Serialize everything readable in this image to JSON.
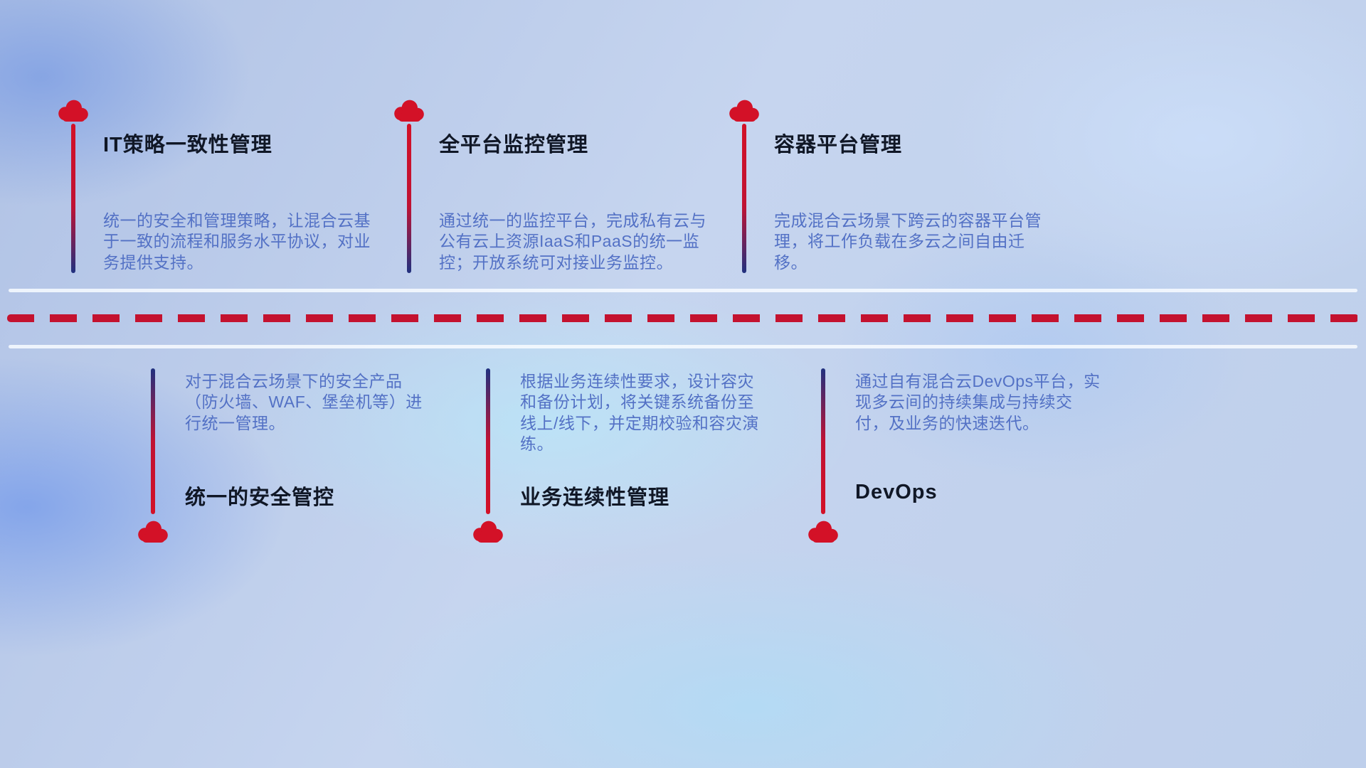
{
  "features": {
    "top": [
      {
        "title": "IT策略一致性管理",
        "description": "统一的安全和管理策略，让混合云基于一致的流程和服务水平协议，对业务提供支持。"
      },
      {
        "title": "全平台监控管理",
        "description": "通过统一的监控平台，完成私有云与公有云上资源IaaS和PaaS的统一监控；开放系统可对接业务监控。"
      },
      {
        "title": "容器平台管理",
        "description": "完成混合云场景下跨云的容器平台管理，将工作负载在多云之间自由迁移。"
      }
    ],
    "bottom": [
      {
        "title": "统一的安全管控",
        "description": "对于混合云场景下的安全产品（防火墙、WAF、堡垒机等）进行统一管理。"
      },
      {
        "title": "业务连续性管理",
        "description": "根据业务连续性要求，设计容灾和备份计划，将关键系统备份至线上/线下，并定期校验和容灾演练。"
      },
      {
        "title": "DevOps",
        "description": "通过自有混合云DevOps平台，实现多云间的持续集成与持续交付，及业务的快速迭代。"
      }
    ]
  },
  "icons": {
    "marker": "cloud-icon"
  },
  "colors": {
    "cloud": "#d31127",
    "dashed_line": "#c4122f",
    "title_text": "#101726",
    "description_text": "#5371c5"
  }
}
